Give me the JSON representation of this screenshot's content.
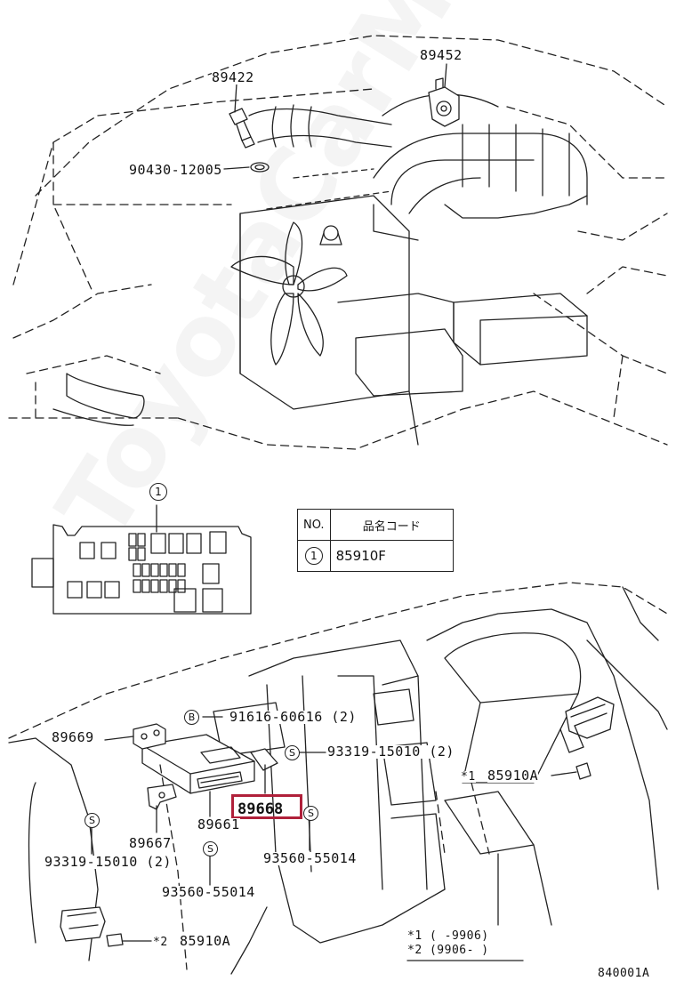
{
  "labels": {
    "p89452": "89452",
    "p89422": "89422",
    "p90430": "90430-12005",
    "p91616": "91616-60616 (2)",
    "p89669": "89669",
    "p93319a": "93319-15010 (2)",
    "p85910a1": "85910A",
    "p89668": "89668",
    "p89661": "89661",
    "p89667": "89667",
    "p93319b": "93319-15010 (2)",
    "p93560a": "93560-55014",
    "p93560b": "93560-55014",
    "p85910a2": "85910A",
    "mark1": "*1",
    "mark2": "*2",
    "footnote1": "*1  (    -9906)",
    "footnote2": "*2  (9906-    )",
    "figure_code": "840001A"
  },
  "symbols": {
    "b": "B",
    "s": "S",
    "one": "1"
  },
  "table": {
    "header_no": "NO.",
    "header_code": "品名コード",
    "row_no": "1",
    "row_code": "85910F"
  },
  "watermark": "ToyotaCarMine.ru",
  "colors": {
    "highlight": "#b0203a",
    "line": "#222222"
  }
}
